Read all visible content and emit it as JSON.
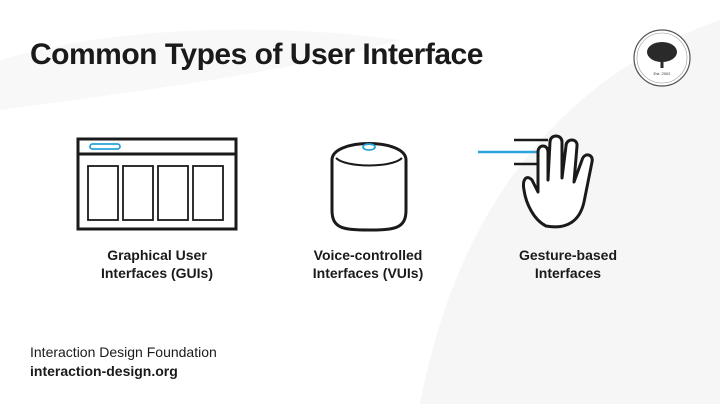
{
  "title": "Common Types of User Interface",
  "logo": {
    "text": "Est. 2002",
    "icon": "tree-seal-icon"
  },
  "accent_color": "#2aa3d8",
  "items": [
    {
      "label_line1": "Graphical User",
      "label_line2": "Interfaces (GUIs)",
      "icon": "gui-window-icon"
    },
    {
      "label_line1": "Voice-controlled",
      "label_line2": "Interfaces (VUIs)",
      "icon": "smart-speaker-icon"
    },
    {
      "label_line1": "Gesture-based",
      "label_line2": "Interfaces",
      "icon": "waving-hand-icon"
    }
  ],
  "footer": {
    "org": "Interaction Design Foundation",
    "url": "interaction-design.org"
  }
}
